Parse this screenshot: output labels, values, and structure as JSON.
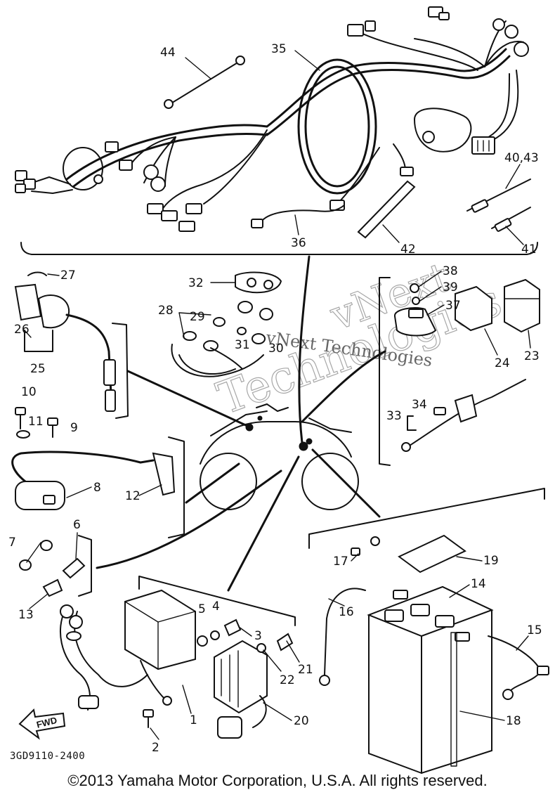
{
  "drawing_code": "3GD9110-2400",
  "copyright": "©2013 Yamaha Motor Corporation, U.S.A. All rights reserved.",
  "watermark": {
    "line1": "vNext",
    "line2": "Technologies",
    "inline": "vNext Technologies"
  },
  "fwd_label": "FWD",
  "callouts": {
    "p1": "1",
    "p2": "2",
    "p3": "3",
    "p4": "4",
    "p5": "5",
    "p6": "6",
    "p7": "7",
    "p8": "8",
    "p9": "9",
    "p10": "10",
    "p11": "11",
    "p12": "12",
    "p13": "13",
    "p14": "14",
    "p15": "15",
    "p16": "16",
    "p17": "17",
    "p18": "18",
    "p19": "19",
    "p20": "20",
    "p21": "21",
    "p22": "22",
    "p23": "23",
    "p24": "24",
    "p25": "25",
    "p26": "26",
    "p27": "27",
    "p28": "28",
    "p29": "29",
    "p30": "30",
    "p31": "31",
    "p32": "32",
    "p33": "33",
    "p34": "34",
    "p35": "35",
    "p36": "36",
    "p37": "37",
    "p38": "38",
    "p39": "39",
    "p40_43": "40,43",
    "p41": "41",
    "p42": "42",
    "p44": "44"
  }
}
